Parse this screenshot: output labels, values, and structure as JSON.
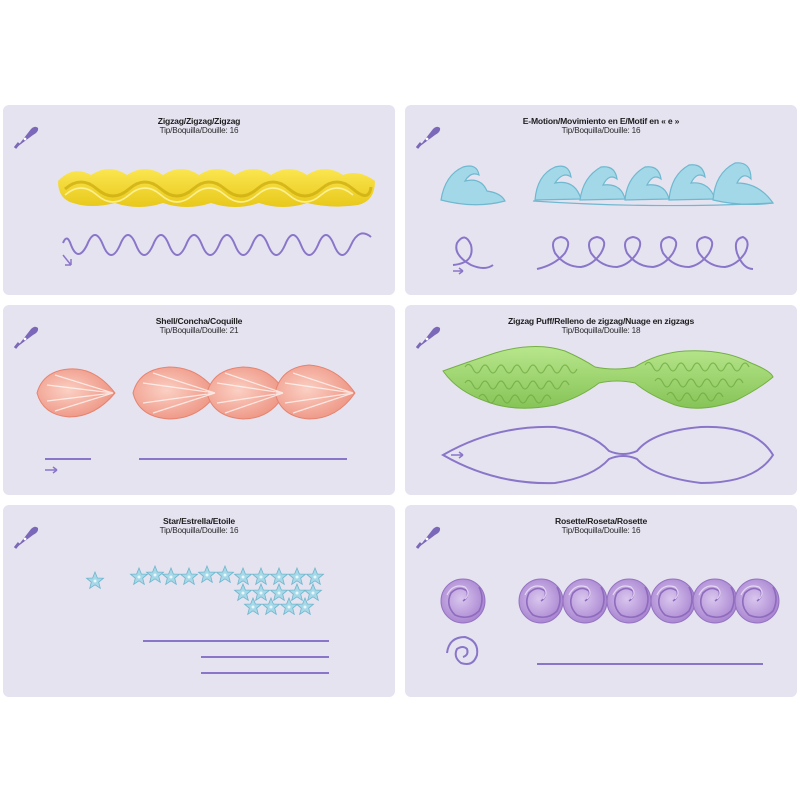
{
  "cards": [
    {
      "title": "Zigzag/Zigzag/Zigzag",
      "tip": "Tip/Boquilla/Douille: 16",
      "icon": "piping-bag-icon",
      "color": "#f3dc2e"
    },
    {
      "title": "E-Motion/Movimiento en E/Motif en « e »",
      "tip": "Tip/Boquilla/Douille: 16",
      "icon": "piping-bag-icon",
      "color": "#9fd6e6"
    },
    {
      "title": "Shell/Concha/Coquille",
      "tip": "Tip/Boquilla/Douille: 21",
      "icon": "piping-bag-icon",
      "color": "#f4a593"
    },
    {
      "title": "Zigzag Puff/Relleno de zigzag/Nuage en zigzags",
      "tip": "Tip/Boquilla/Douille: 18",
      "icon": "piping-bag-icon",
      "color": "#9fd46f"
    },
    {
      "title": "Star/Estrella/Etoile",
      "tip": "Tip/Boquilla/Douille: 16",
      "icon": "piping-bag-icon",
      "color": "#9fd3e4"
    },
    {
      "title": "Rosette/Roseta/Rosette",
      "tip": "Tip/Boquilla/Douille: 16",
      "icon": "piping-bag-icon",
      "color": "#b89ad6"
    }
  ],
  "colors": {
    "card_bg": "#e6e3f1",
    "guide_line": "#8a76c9",
    "icon": "#7c68b8"
  }
}
